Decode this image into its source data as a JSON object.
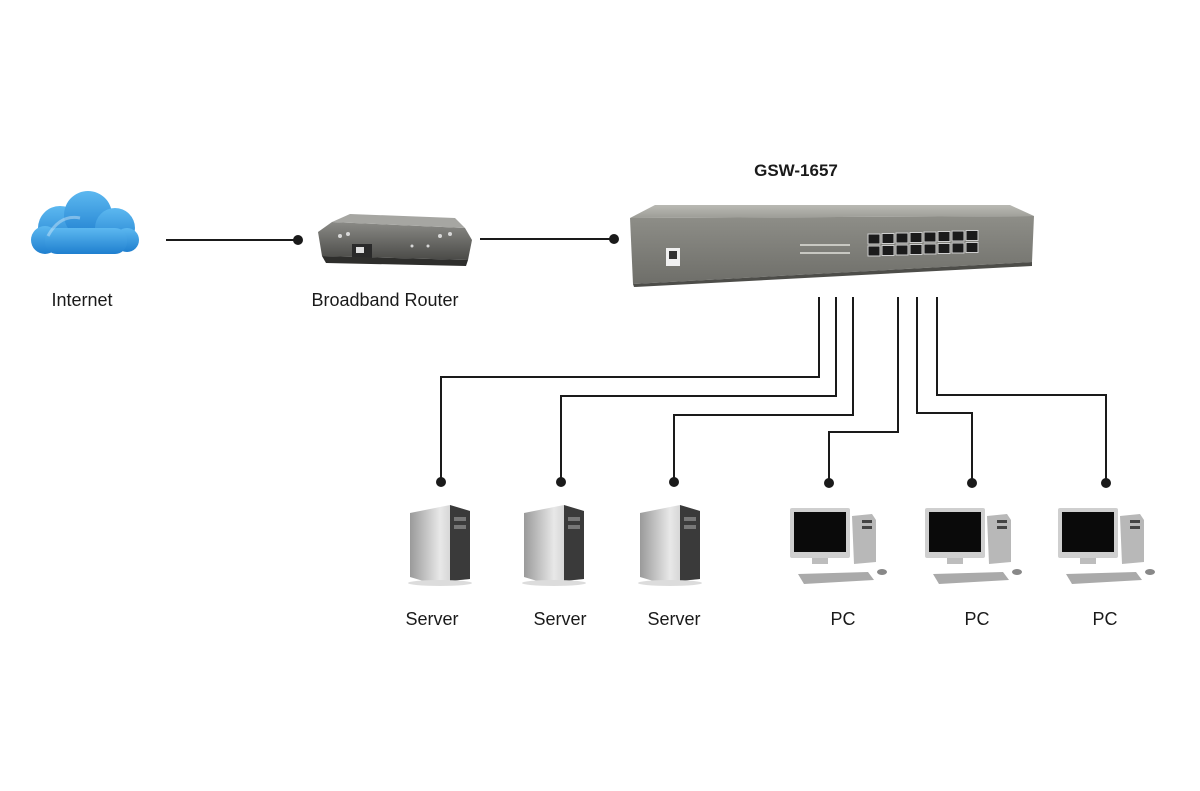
{
  "diagram": {
    "switch_model": "GSW-1657",
    "nodes": {
      "internet": "Internet",
      "router": "Broadband Router",
      "servers": [
        "Server",
        "Server",
        "Server"
      ],
      "pcs": [
        "PC",
        "PC",
        "PC"
      ]
    }
  },
  "colors": {
    "line": "#1a1a1a",
    "cloud": "#2a8fd8",
    "switch_body": "#8b8b84",
    "tower": "#c8c8c8"
  },
  "icons": [
    "cloud-icon",
    "router-icon",
    "switch-icon",
    "server-icon",
    "pc-icon"
  ]
}
